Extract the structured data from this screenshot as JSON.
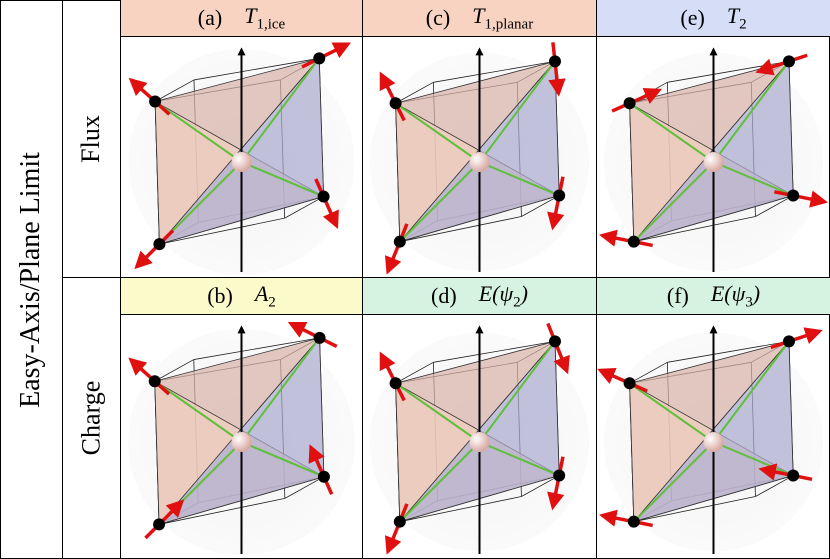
{
  "side_title": "Easy-Axis/Plane Limit",
  "rows": [
    {
      "label": "Flux"
    },
    {
      "label": "Charge"
    }
  ],
  "panels": [
    {
      "tag": "(a)",
      "sym": "T",
      "sub": "1,ice",
      "bg": "#f8d3c2",
      "spins": "ice"
    },
    {
      "tag": "(c)",
      "sym": "T",
      "sub": "1,planar",
      "bg": "#f8d3c2",
      "spins": "planar"
    },
    {
      "tag": "(e)",
      "sym": "T",
      "sub": "2",
      "bg": "#d6ddf6",
      "spins": "t2"
    },
    {
      "tag": "(b)",
      "sym": "A",
      "sub": "2",
      "bg": "#fafacb",
      "spins": "a2"
    },
    {
      "tag": "(d)",
      "sym": "E(ψ",
      "sub": "2",
      "post": ")",
      "bg": "#d6f2e0",
      "spins": "e2"
    },
    {
      "tag": "(f)",
      "sym": "E(ψ",
      "sub": "3",
      "post": ")",
      "bg": "#d6f2e0",
      "spins": "e3"
    }
  ],
  "colors": {
    "arrow": "#e01010",
    "axis": "#000000",
    "bond": "#5fbf3a"
  }
}
